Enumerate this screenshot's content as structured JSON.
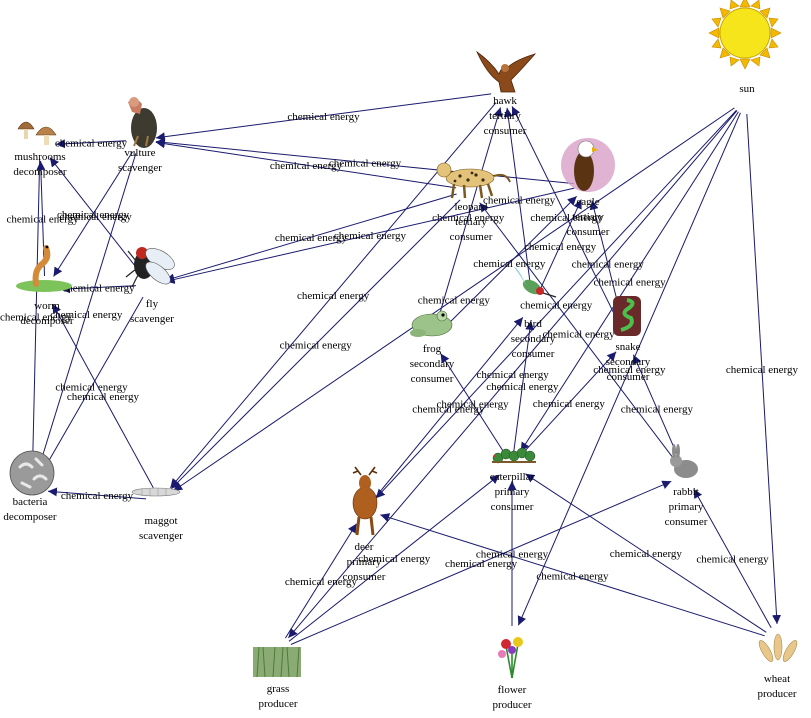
{
  "diagram": {
    "type": "food-web",
    "organisms": [
      {
        "id": "sun",
        "label": [
          "sun"
        ],
        "icon": "sun-icon"
      },
      {
        "id": "hawk",
        "label": [
          "hawk",
          "tertiary",
          "consumer"
        ],
        "icon": "hawk-icon"
      },
      {
        "id": "eagle",
        "label": [
          "eagle",
          "tertiary",
          "consumer"
        ],
        "icon": "eagle-icon"
      },
      {
        "id": "leopard",
        "label": [
          "leopard",
          "tertiary",
          "consumer"
        ],
        "icon": "leopard-icon"
      },
      {
        "id": "vulture",
        "label": [
          "vulture",
          "scavenger"
        ],
        "icon": "vulture-icon"
      },
      {
        "id": "mushrooms",
        "label": [
          "mushrooms",
          "decomposer"
        ],
        "icon": "mushroom-icon"
      },
      {
        "id": "worm",
        "label": [
          "worm",
          "decomposer"
        ],
        "icon": "worm-icon"
      },
      {
        "id": "fly",
        "label": [
          "fly",
          "scavenger"
        ],
        "icon": "fly-icon"
      },
      {
        "id": "bird",
        "label": [
          "bird",
          "secondary",
          "consumer"
        ],
        "icon": "bird-icon"
      },
      {
        "id": "snake",
        "label": [
          "snake",
          "secondary",
          "consumer"
        ],
        "icon": "snake-icon"
      },
      {
        "id": "frog",
        "label": [
          "frog",
          "secondary",
          "consumer"
        ],
        "icon": "frog-icon"
      },
      {
        "id": "bacteria",
        "label": [
          "bacteria",
          "decomposer"
        ],
        "icon": "bacteria-icon"
      },
      {
        "id": "maggot",
        "label": [
          "maggot",
          "scavenger"
        ],
        "icon": "maggot-icon"
      },
      {
        "id": "caterpillar",
        "label": [
          "caterpillar",
          "primary",
          "consumer"
        ],
        "icon": "caterpillar-icon"
      },
      {
        "id": "deer",
        "label": [
          "deer",
          "primary",
          "consumer"
        ],
        "icon": "deer-icon"
      },
      {
        "id": "rabbit",
        "label": [
          "rabbit",
          "primary",
          "consumer"
        ],
        "icon": "rabbit-icon"
      },
      {
        "id": "grass",
        "label": [
          "grass",
          "producer"
        ],
        "icon": "grass-icon"
      },
      {
        "id": "flower",
        "label": [
          "flower",
          "producer"
        ],
        "icon": "flower-icon"
      },
      {
        "id": "wheat",
        "label": [
          "wheat",
          "producer"
        ],
        "icon": "wheat-icon"
      }
    ],
    "edge_label": "chemical energy",
    "edges": [
      {
        "from": "sun",
        "to": "wheat"
      },
      {
        "from": "sun",
        "to": "flower"
      },
      {
        "from": "sun",
        "to": "grass"
      },
      {
        "from": "sun",
        "to": "caterpillar"
      },
      {
        "from": "sun",
        "to": "maggot"
      },
      {
        "from": "sun",
        "to": "deer"
      },
      {
        "from": "wheat",
        "to": "rabbit"
      },
      {
        "from": "wheat",
        "to": "caterpillar"
      },
      {
        "from": "wheat",
        "to": "deer"
      },
      {
        "from": "grass",
        "to": "deer"
      },
      {
        "from": "grass",
        "to": "caterpillar"
      },
      {
        "from": "grass",
        "to": "rabbit"
      },
      {
        "from": "flower",
        "to": "caterpillar"
      },
      {
        "from": "caterpillar",
        "to": "frog"
      },
      {
        "from": "caterpillar",
        "to": "bird"
      },
      {
        "from": "caterpillar",
        "to": "snake"
      },
      {
        "from": "rabbit",
        "to": "snake"
      },
      {
        "from": "rabbit",
        "to": "leopard"
      },
      {
        "from": "deer",
        "to": "bird"
      },
      {
        "from": "frog",
        "to": "hawk"
      },
      {
        "from": "frog",
        "to": "eagle"
      },
      {
        "from": "snake",
        "to": "eagle"
      },
      {
        "from": "snake",
        "to": "hawk"
      },
      {
        "from": "bird",
        "to": "eagle"
      },
      {
        "from": "bird",
        "to": "hawk"
      },
      {
        "from": "hawk",
        "to": "vulture"
      },
      {
        "from": "eagle",
        "to": "vulture"
      },
      {
        "from": "leopard",
        "to": "vulture"
      },
      {
        "from": "eagle",
        "to": "fly"
      },
      {
        "from": "leopard",
        "to": "fly"
      },
      {
        "from": "leopard",
        "to": "maggot"
      },
      {
        "from": "hawk",
        "to": "maggot"
      },
      {
        "from": "vulture",
        "to": "mushrooms"
      },
      {
        "from": "vulture",
        "to": "worm"
      },
      {
        "from": "vulture",
        "to": "bacteria"
      },
      {
        "from": "fly",
        "to": "worm"
      },
      {
        "from": "fly",
        "to": "bacteria"
      },
      {
        "from": "maggot",
        "to": "worm"
      },
      {
        "from": "maggot",
        "to": "bacteria"
      },
      {
        "from": "mushrooms",
        "to": "bacteria"
      },
      {
        "from": "worm",
        "to": "mushrooms"
      },
      {
        "from": "fly",
        "to": "mushrooms"
      }
    ],
    "colors": {
      "edge": "#1a1a6e",
      "sun": "#f5e51a",
      "background": "#ffffff"
    }
  }
}
